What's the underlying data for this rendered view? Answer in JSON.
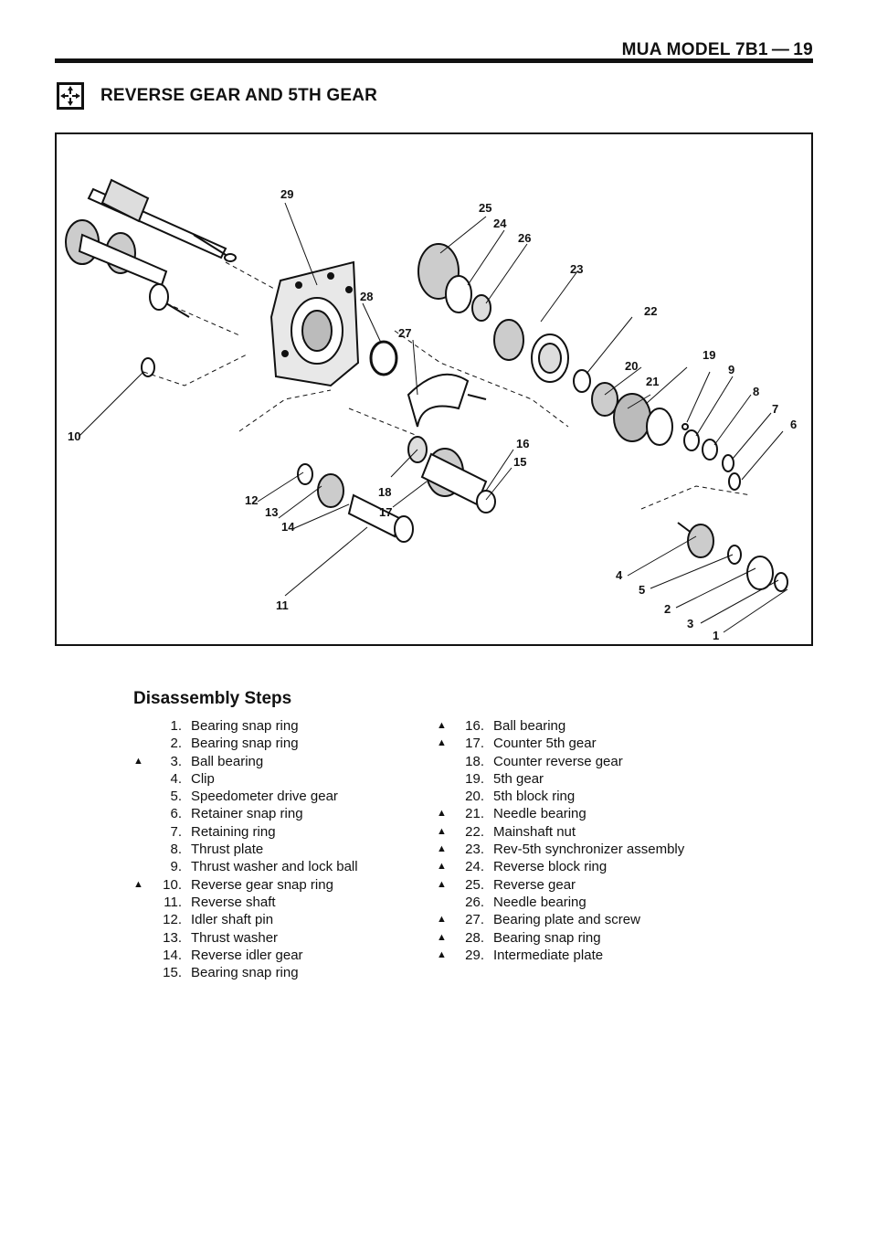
{
  "header": {
    "model_ref": "MUA MODEL 7B1 — 19"
  },
  "section": {
    "title": "REVERSE GEAR AND 5TH GEAR",
    "icon": "disassembly-arrows-icon"
  },
  "diagram": {
    "labels": [
      "29",
      "25",
      "24",
      "26",
      "23",
      "28",
      "22",
      "27",
      "19",
      "20",
      "9",
      "21",
      "8",
      "7",
      "6",
      "10",
      "16",
      "15",
      "18",
      "12",
      "13",
      "17",
      "14",
      "4",
      "5",
      "2",
      "3",
      "1",
      "11"
    ]
  },
  "steps": {
    "title": "Disassembly Steps",
    "left": [
      {
        "mark": "",
        "num": "1.",
        "label": "Bearing snap ring"
      },
      {
        "mark": "",
        "num": "2.",
        "label": "Bearing snap ring"
      },
      {
        "mark": "▲",
        "num": "3.",
        "label": "Ball bearing"
      },
      {
        "mark": "",
        "num": "4.",
        "label": "Clip"
      },
      {
        "mark": "",
        "num": "5.",
        "label": "Speedometer drive gear"
      },
      {
        "mark": "",
        "num": "6.",
        "label": "Retainer snap ring"
      },
      {
        "mark": "",
        "num": "7.",
        "label": "Retaining ring"
      },
      {
        "mark": "",
        "num": "8.",
        "label": "Thrust plate"
      },
      {
        "mark": "",
        "num": "9.",
        "label": "Thrust washer and lock ball"
      },
      {
        "mark": "▲",
        "num": "10.",
        "label": "Reverse gear snap ring"
      },
      {
        "mark": "",
        "num": "11.",
        "label": "Reverse shaft"
      },
      {
        "mark": "",
        "num": "12.",
        "label": "Idler shaft pin"
      },
      {
        "mark": "",
        "num": "13.",
        "label": "Thrust washer"
      },
      {
        "mark": "",
        "num": "14.",
        "label": "Reverse idler gear"
      },
      {
        "mark": "",
        "num": "15.",
        "label": "Bearing snap ring"
      }
    ],
    "right": [
      {
        "mark": "▲",
        "num": "16.",
        "label": "Ball bearing"
      },
      {
        "mark": "▲",
        "num": "17.",
        "label": "Counter 5th gear"
      },
      {
        "mark": "",
        "num": "18.",
        "label": "Counter reverse gear"
      },
      {
        "mark": "",
        "num": "19.",
        "label": "5th gear"
      },
      {
        "mark": "",
        "num": "20.",
        "label": "5th block ring"
      },
      {
        "mark": "▲",
        "num": "21.",
        "label": "Needle bearing"
      },
      {
        "mark": "▲",
        "num": "22.",
        "label": "Mainshaft nut"
      },
      {
        "mark": "▲",
        "num": "23.",
        "label": "Rev-5th synchronizer assembly"
      },
      {
        "mark": "▲",
        "num": "24.",
        "label": "Reverse block ring"
      },
      {
        "mark": "▲",
        "num": "25.",
        "label": "Reverse gear"
      },
      {
        "mark": "",
        "num": "26.",
        "label": "Needle bearing"
      },
      {
        "mark": "▲",
        "num": "27.",
        "label": "Bearing plate and screw"
      },
      {
        "mark": "▲",
        "num": "28.",
        "label": "Bearing snap ring"
      },
      {
        "mark": "▲",
        "num": "29.",
        "label": "Intermediate plate"
      }
    ]
  }
}
